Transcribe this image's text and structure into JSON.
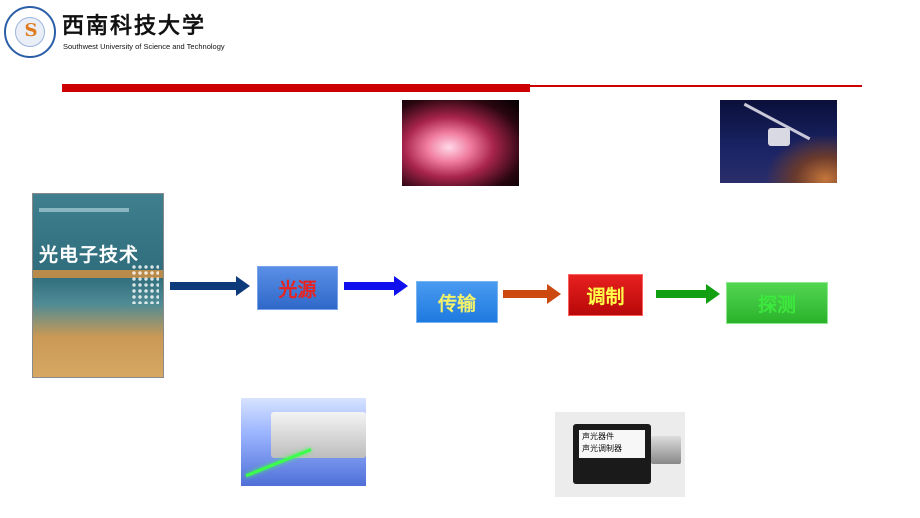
{
  "header": {
    "university_cn": "西南科技大学",
    "university_en": "Southwest University of Science and Technology",
    "logo_letter": "S"
  },
  "book": {
    "title": "光电子技术"
  },
  "process": {
    "source": "光源",
    "transmission": "传输",
    "modulation": "调制",
    "detection": "探测"
  },
  "aom_label": {
    "line1": "声光器件",
    "line2": "声光调制器"
  },
  "colors": {
    "rule": "#cc0000",
    "arrow1": "#0d3a7a",
    "arrow2": "#1010ee",
    "arrow3": "#cc4a10",
    "arrow4": "#12a012"
  },
  "icons": [
    "university-logo-icon",
    "arrow-right-icon"
  ]
}
